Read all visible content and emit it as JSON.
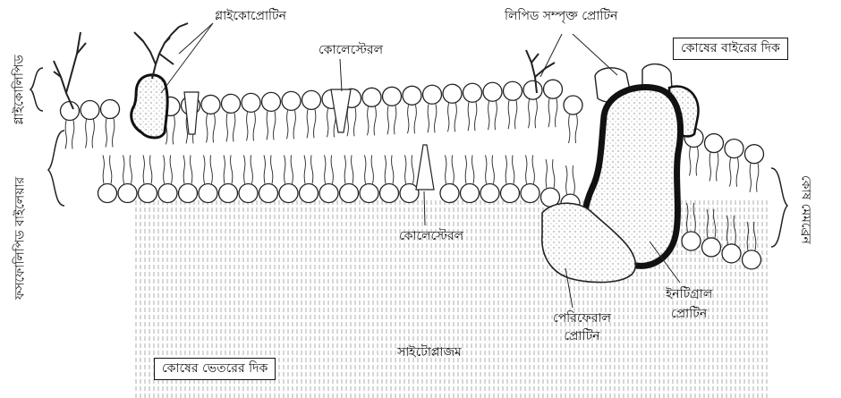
{
  "labels": {
    "glycoprotein": "গ্লাইকোপ্রোটিন",
    "lipid_protein": "লিপিড সম্পৃক্ত প্রোটিন",
    "cholesterol_top": "কোলেস্টেরল",
    "cholesterol_mid": "কোলেস্টেরল",
    "outside_cell": "কোষের বাইরের দিক",
    "inside_cell": "কোষের ভেতরের দিক",
    "cytoplasm": "সাইটোপ্লাজম",
    "peripheral_protein": [
      "পেরিফেরাল",
      "প্রোটিন"
    ],
    "integral_protein": [
      "ইনটিগ্রাল",
      "প্রোটিন"
    ],
    "glycolipid": "গ্লাইকোলিপিড",
    "phospholipid_bilayer": "ফসফোলিপিড বাইলেয়ার",
    "cell_membrane": "কোষ মেমব্রেন"
  }
}
